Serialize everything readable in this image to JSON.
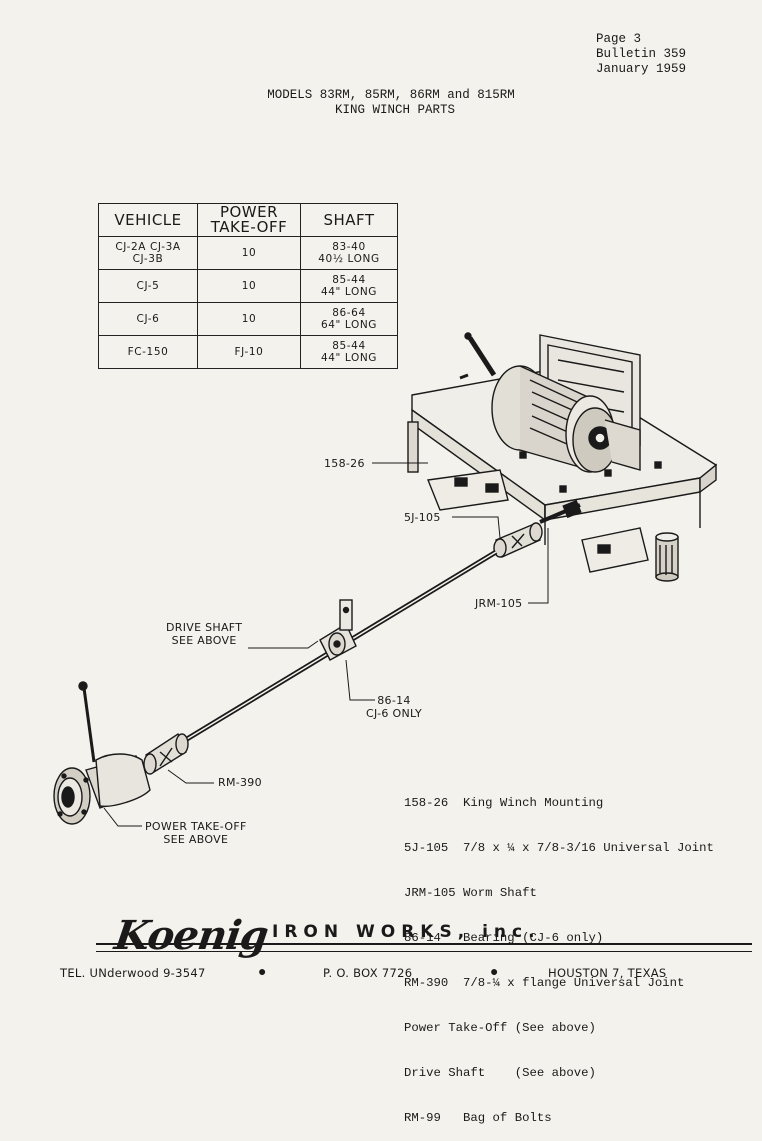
{
  "header": {
    "page": "Page 3",
    "bulletin": "Bulletin 359",
    "date": "January 1959"
  },
  "title": {
    "line1": "MODELS 83RM, 85RM, 86RM and 815RM",
    "line2": "KING WINCH PARTS"
  },
  "table": {
    "headers": [
      "VEHICLE",
      "POWER TAKE-OFF",
      "SHAFT"
    ],
    "rows": [
      {
        "vehicle_1": "CJ-2A CJ-3A",
        "vehicle_2": "CJ-3B",
        "pto": "10",
        "shaft_1": "83-40",
        "shaft_2": "40½ LONG"
      },
      {
        "vehicle_1": "CJ-5",
        "vehicle_2": "",
        "pto": "10",
        "shaft_1": "85-44",
        "shaft_2": "44\" LONG"
      },
      {
        "vehicle_1": "CJ-6",
        "vehicle_2": "",
        "pto": "10",
        "shaft_1": "86-64",
        "shaft_2": "64\" LONG"
      },
      {
        "vehicle_1": "FC-150",
        "vehicle_2": "",
        "pto": "FJ-10",
        "shaft_1": "85-44",
        "shaft_2": "44\" LONG"
      }
    ]
  },
  "callouts": {
    "mounting": "158-26",
    "uj": "5J-105",
    "worm": "JRM-105",
    "drive_shaft_1": "DRIVE SHAFT",
    "drive_shaft_2": "SEE ABOVE",
    "bearing_1": "86-14",
    "bearing_2": "CJ-6 ONLY",
    "rm390": "RM-390",
    "pto_1": "POWER TAKE-OFF",
    "pto_2": "SEE ABOVE"
  },
  "legend": [
    "158-26  King Winch Mounting",
    "5J-105  7/8 x ¼ x 7/8-3/16 Universal Joint",
    "JRM-105 Worm Shaft",
    "86-14   Bearing (CJ-6 only)",
    "RM-390  7/8-¼ x flange Universal Joint",
    "Power Take-Off (See above)",
    "Drive Shaft    (See above)",
    "RM-99   Bag of Bolts"
  ],
  "footer": {
    "brand": "Koenig",
    "tagline": "IRON WORKS, inc.",
    "tel": "TEL. UNderwood 9-3547",
    "pobox": "P. O. BOX 7726",
    "city": "HOUSTON 7, TEXAS"
  }
}
